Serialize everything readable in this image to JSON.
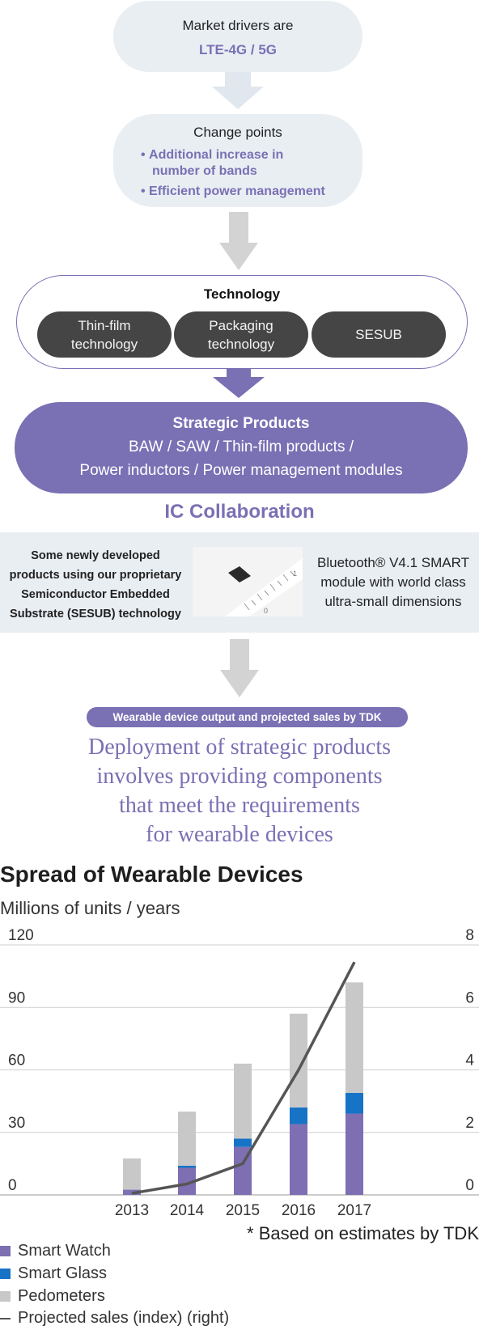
{
  "market": {
    "line1": "Market drivers are",
    "line2": "LTE-4G / 5G"
  },
  "change": {
    "title": "Change points",
    "bullet1_a": "Additional increase in",
    "bullet1_b": "number of bands",
    "bullet2": "Efficient power management"
  },
  "technology": {
    "title": "Technology",
    "items": [
      {
        "line1": "Thin-film",
        "line2": "technology"
      },
      {
        "line1": "Packaging",
        "line2": "technology"
      },
      {
        "line1": "SESUB",
        "line2": ""
      }
    ]
  },
  "strategic": {
    "title": "Strategic Products",
    "line1": "BAW / SAW / Thin-film products /",
    "line2": "Power inductors / Power management modules"
  },
  "ic_collab": "IC Collaboration",
  "sesub_panel": {
    "left_lines": [
      "Some newly developed",
      "products using our proprietary",
      "Semiconductor Embedded",
      "Substrate (SESUB) technology"
    ],
    "right_lines": [
      "Bluetooth® V4.1 SMART",
      "module with world class",
      "ultra-small dimensions"
    ],
    "ruler_labels": [
      "1",
      "0"
    ]
  },
  "wearable_badge": "Wearable device output and projected sales by TDK",
  "deployment_lines": [
    "Deployment of strategic products",
    "involves providing components",
    "that meet the requirements",
    "for wearable devices"
  ],
  "colors": {
    "purple": "#7a70b4",
    "smart_watch": "#7d6fb2",
    "smart_glass": "#1773c5",
    "pedometers": "#c8c8c8",
    "line": "#555555"
  },
  "chart_data": {
    "type": "bar",
    "title": "Spread of Wearable Devices",
    "ylabel": "Millions of units / years",
    "categories": [
      "2013",
      "2014",
      "2015",
      "2016",
      "2017"
    ],
    "stacked": true,
    "ylim": [
      0,
      120
    ],
    "y_ticks": [
      "0",
      "30",
      "60",
      "90",
      "120"
    ],
    "y2lim": [
      0,
      8
    ],
    "y2_ticks": [
      "0",
      "2",
      "4",
      "6",
      "8"
    ],
    "series": [
      {
        "name": "Smart Watch",
        "values": [
          2.5,
          13,
          23,
          34,
          39
        ]
      },
      {
        "name": "Smart Glass",
        "values": [
          0,
          1,
          4,
          8,
          10
        ]
      },
      {
        "name": "Pedometers",
        "values": [
          15,
          26,
          36,
          45,
          53
        ]
      },
      {
        "name": "Projected sales (index) (right)",
        "type": "line",
        "axis": "right",
        "values": [
          0.05,
          0.35,
          1.0,
          4.0,
          7.45
        ]
      }
    ],
    "note": "* Based on estimates by TDK",
    "grid": true
  }
}
